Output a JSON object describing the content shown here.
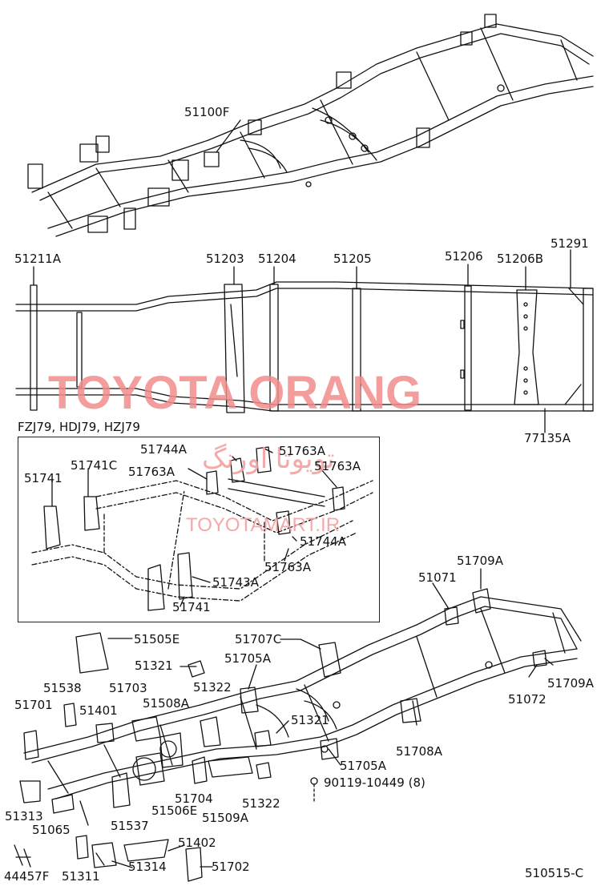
{
  "watermark": {
    "main": "TOYOTA ORANG",
    "arabic": "تويوتا اورنگ",
    "site": "TOYOTAMART.IR",
    "color": "#f28c8c"
  },
  "model_note": "FZJ79, HDJ79, HZJ79",
  "figure_code": "510515-C",
  "labels": {
    "top_frame": "51100F",
    "l51211A": "51211A",
    "l51203": "51203",
    "l51204": "51204",
    "l51205": "51205",
    "l51206": "51206",
    "l51206B": "51206B",
    "l51291": "51291",
    "l77135A": "77135A",
    "i51744A_a": "51744A",
    "i51763A_a": "51763A",
    "i51741C": "51741C",
    "i51763A_b": "51763A",
    "i51763A_c": "51763A",
    "i51741_a": "51741",
    "i51744A_b": "51744A",
    "i51763A_d": "51763A",
    "i51743A": "51743A",
    "i51741_b": "51741",
    "l51709A_a": "51709A",
    "l51071": "51071",
    "l51505E": "51505E",
    "l51707C": "51707C",
    "l51321_a": "51321",
    "l51705A_a": "51705A",
    "l51709A_b": "51709A",
    "l51538": "51538",
    "l51703": "51703",
    "l51322_a": "51322",
    "l51072": "51072",
    "l51701": "51701",
    "l51401": "51401",
    "l51508A": "51508A",
    "l51321_b": "51321",
    "l51708A": "51708A",
    "l51705A_b": "51705A",
    "l90119": "90119-10449 (8)",
    "l51704": "51704",
    "l51322_b": "51322",
    "l51313": "51313",
    "l51506E": "51506E",
    "l51065": "51065",
    "l51537": "51537",
    "l51509A": "51509A",
    "l51402": "51402",
    "l44457F": "44457F",
    "l51311": "51311",
    "l51314": "51314",
    "l51702": "51702"
  }
}
